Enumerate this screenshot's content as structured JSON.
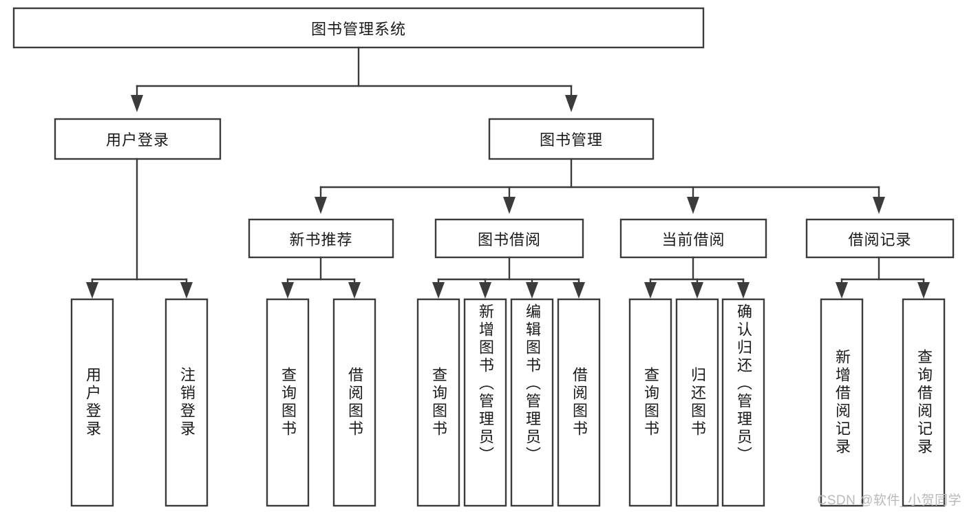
{
  "diagram": {
    "type": "tree-hierarchy",
    "title": "图书管理系统",
    "watermark": "CSDN @软件_小贺同学",
    "colors": {
      "box_stroke": "#3b3b3b",
      "box_fill": "#ffffff",
      "text": "#1a1a1a",
      "watermark": "#b9b9b9",
      "background": "#ffffff"
    },
    "levels": {
      "root": {
        "label": "图书管理系统"
      },
      "level2": [
        {
          "id": "user-login",
          "label": "用户登录"
        },
        {
          "id": "book-management",
          "label": "图书管理"
        }
      ],
      "level3": [
        {
          "id": "new-book-recommend",
          "label": "新书推荐",
          "parent": "book-management"
        },
        {
          "id": "book-borrow",
          "label": "图书借阅",
          "parent": "book-management"
        },
        {
          "id": "current-borrow",
          "label": "当前借阅",
          "parent": "book-management"
        },
        {
          "id": "borrow-record",
          "label": "借阅记录",
          "parent": "book-management"
        }
      ],
      "leaves": {
        "user-login": [
          {
            "id": "leaf-user-login",
            "label": "用户登录"
          },
          {
            "id": "leaf-user-logout",
            "label": "注销登录"
          }
        ],
        "new-book-recommend": [
          {
            "id": "leaf-query-book-1",
            "label": "查询图书"
          },
          {
            "id": "leaf-borrow-book-1",
            "label": "借阅图书"
          }
        ],
        "book-borrow": [
          {
            "id": "leaf-query-book-2",
            "label": "查询图书"
          },
          {
            "id": "leaf-add-book",
            "label": "新增图书（管理员）"
          },
          {
            "id": "leaf-edit-book",
            "label": "编辑图书（管理员）"
          },
          {
            "id": "leaf-borrow-book-2",
            "label": "借阅图书"
          }
        ],
        "current-borrow": [
          {
            "id": "leaf-query-book-3",
            "label": "查询图书"
          },
          {
            "id": "leaf-return-book",
            "label": "归还图书"
          },
          {
            "id": "leaf-confirm-return",
            "label": "确认归还（管理员）"
          }
        ],
        "borrow-record": [
          {
            "id": "leaf-add-record",
            "label": "新增借阅记录"
          },
          {
            "id": "leaf-query-record",
            "label": "查询借阅记录"
          }
        ]
      }
    }
  }
}
